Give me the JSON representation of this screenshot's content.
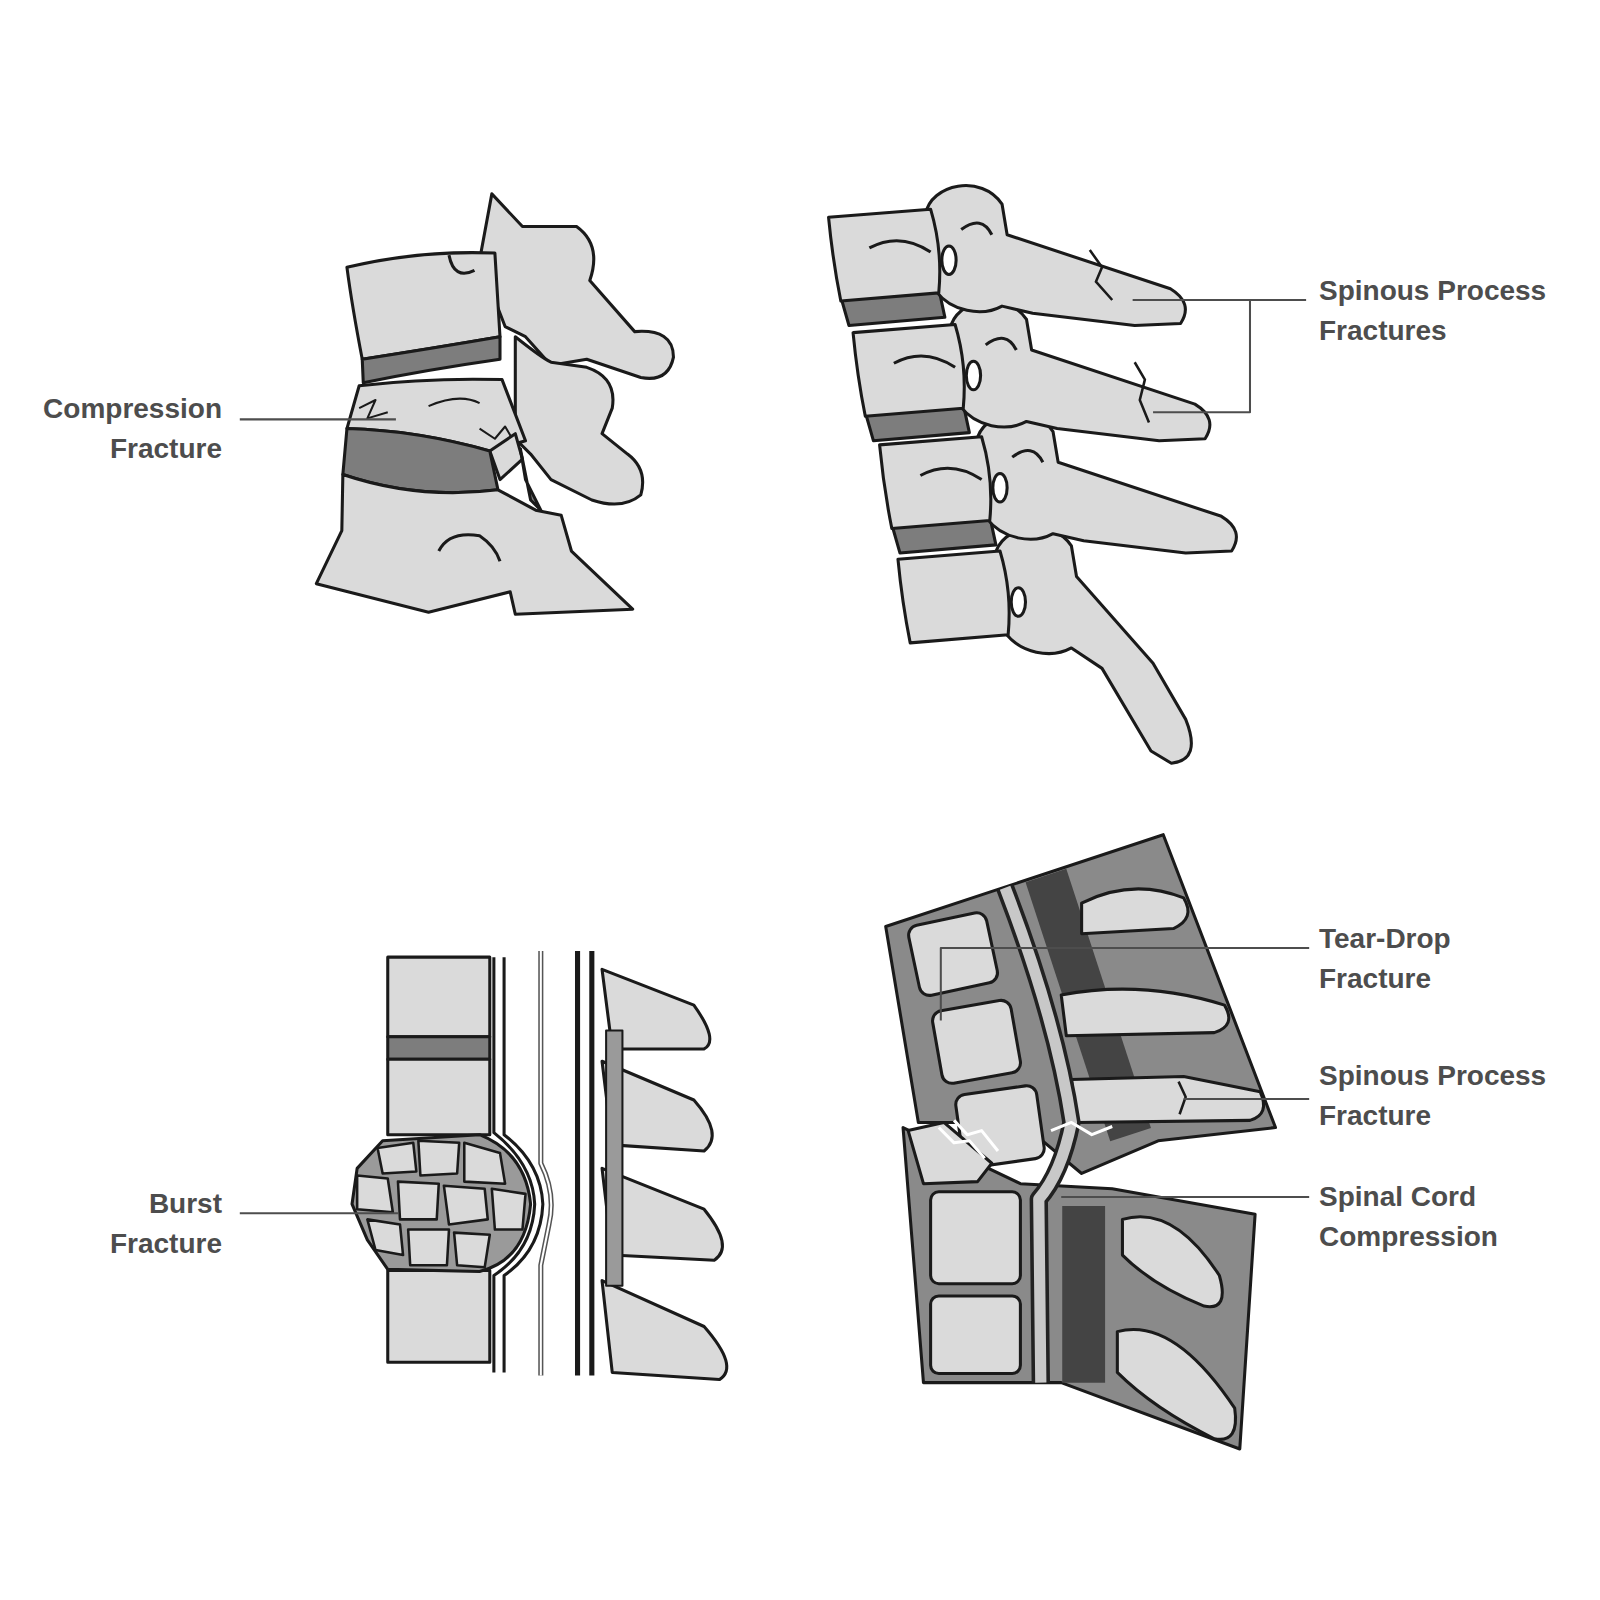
{
  "diagram": {
    "labels": [
      "Compression Fracture",
      "Spinous Process Fractures",
      "Burst Fracture",
      "Tear-Drop Fracture",
      "Spinous Process Fracture",
      "Spinal Cord Compression"
    ]
  }
}
